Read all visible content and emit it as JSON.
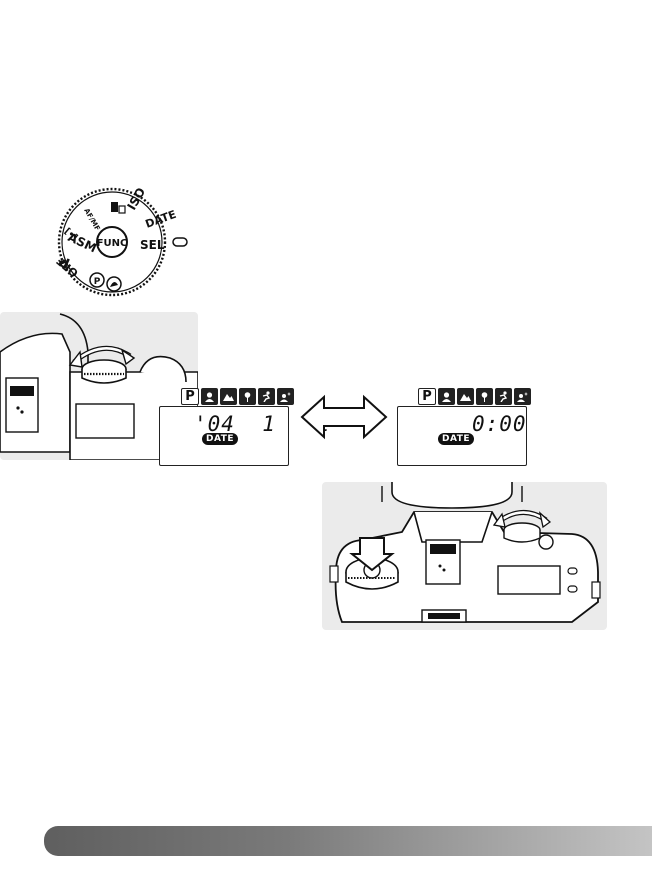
{
  "dial": {
    "labels": {
      "func": "FUNC",
      "sel": "SEL",
      "date": "DATE",
      "iso": "ISO",
      "asm": "ASM",
      "p": "P",
      "off": "OFF",
      "afmf": "AF/MF"
    }
  },
  "lcd_left": {
    "mode_letter": "P",
    "readout": "'04  1   1",
    "badge": "DATE"
  },
  "lcd_right": {
    "mode_letter": "P",
    "readout": "0:00",
    "badge": "DATE"
  },
  "icons": [
    "portrait-icon",
    "landscape-icon",
    "macro-icon",
    "sports-icon",
    "night-portrait-icon"
  ],
  "colors": {
    "line": "#111111",
    "photo_bg": "#ebebeb",
    "footer_start": "#5f5f5f",
    "footer_end": "#c4c4c4"
  }
}
